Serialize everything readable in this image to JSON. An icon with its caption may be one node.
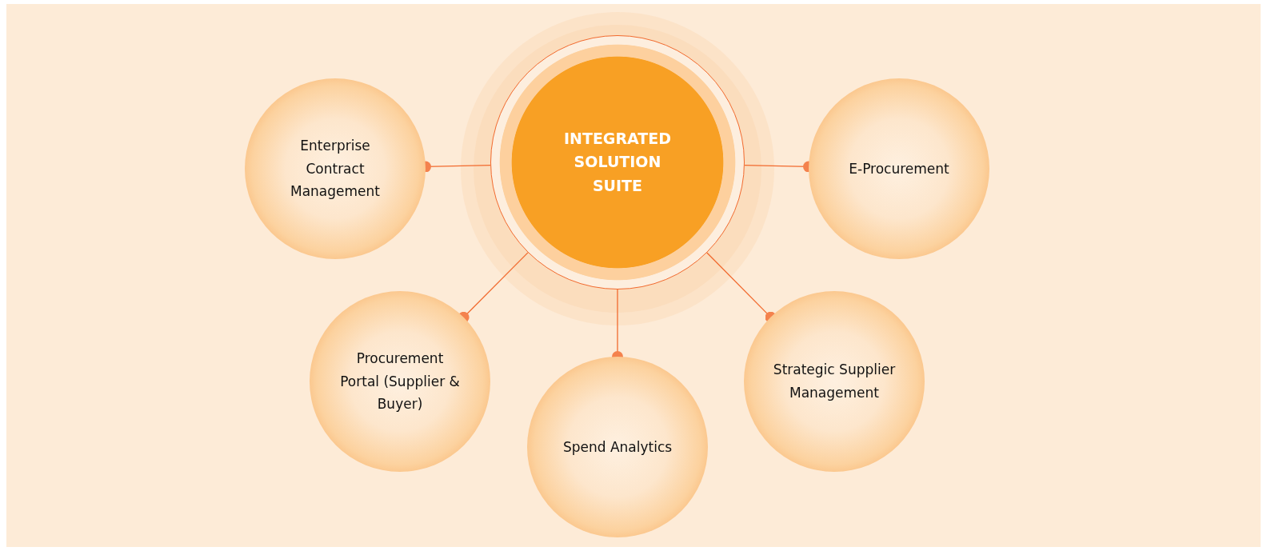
{
  "diagram": {
    "nodes": [
      {
        "text": [
          "INTEGRATED SOLUTION SUITE"
        ]
      },
      {
        "text": [
          "Enterprise Contract Management"
        ]
      },
      {
        "text": [
          "E-Procurement"
        ]
      },
      {
        "text": [
          "Procurement Portal (Supplier & Buyer)"
        ]
      },
      {
        "text": [
          "Spend Analytics"
        ]
      },
      {
        "text": [
          "Strategic Supplier Management"
        ]
      }
    ],
    "edges": [
      {
        "from": 0,
        "to": 1,
        "arrow": "other"
      },
      {
        "from": 0,
        "to": 2,
        "arrow": "other"
      },
      {
        "from": 0,
        "to": 3,
        "arrow": "other"
      },
      {
        "from": 0,
        "to": 4,
        "arrow": "other"
      },
      {
        "from": 0,
        "to": 5,
        "arrow": "other"
      }
    ]
  }
}
